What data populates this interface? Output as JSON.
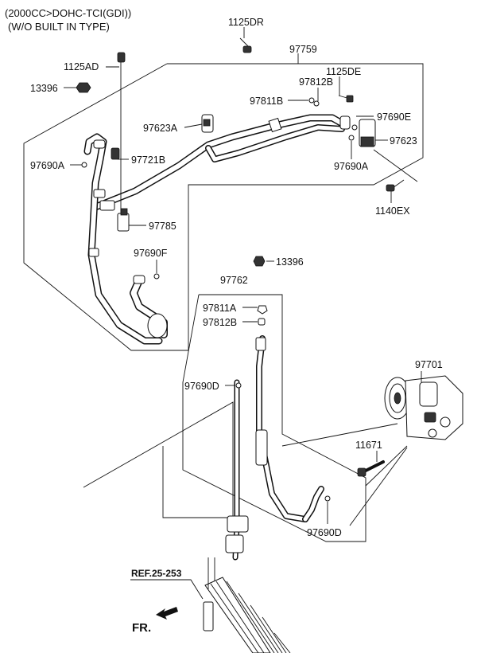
{
  "header": {
    "line1": "(2000CC>DOHC-TCI(GDI))",
    "line2": "(W/O BUILT IN TYPE)"
  },
  "labels": {
    "p1125DR": "1125DR",
    "p97759": "97759",
    "p1125AD": "1125AD",
    "p1125DE": "1125DE",
    "p13396_top": "13396",
    "p97812B_top": "97812B",
    "p97811B": "97811B",
    "p97690E": "97690E",
    "p97623A": "97623A",
    "p97623": "97623",
    "p97690A_left": "97690A",
    "p97721B": "97721B",
    "p97690A_right": "97690A",
    "p1140EX": "1140EX",
    "p97785": "97785",
    "p97690F": "97690F",
    "p13396_mid": "13396",
    "p97762": "97762",
    "p97811A": "97811A",
    "p97812B_mid": "97812B",
    "p97701": "97701",
    "p97690D_left": "97690D",
    "p11671": "11671",
    "p97690D_bottom": "97690D"
  },
  "reference": "REF.25-253",
  "front_marker": "FR."
}
